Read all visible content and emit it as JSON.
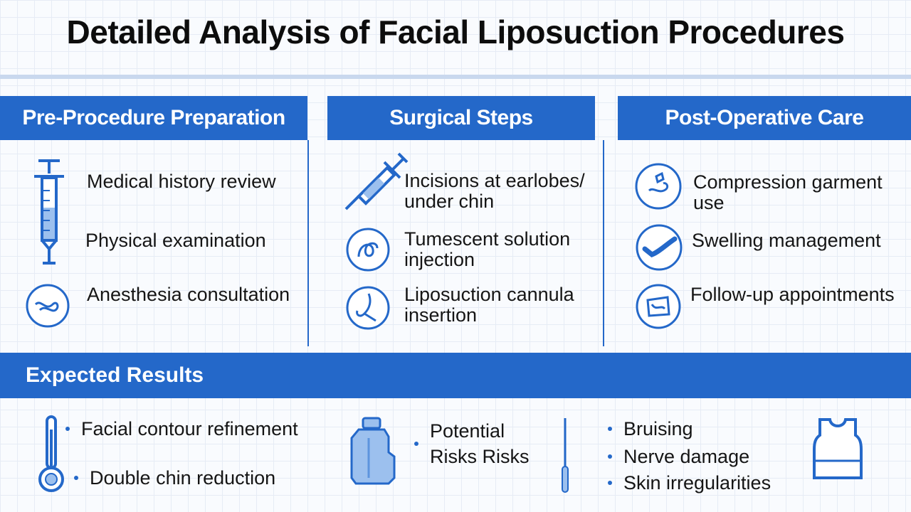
{
  "title": "Detailed Analysis of Facial Liposuction Procedures",
  "colors": {
    "accent": "#2468c9",
    "light_accent": "#9cc0ee"
  },
  "columns": [
    {
      "header": "Pre-Procedure Preparation",
      "items": [
        "Medical history review",
        "Physical examination",
        "Anesthesia consultation"
      ]
    },
    {
      "header": "Surgical Steps",
      "items": [
        "Incisions at earlobes/ under chin",
        "Tumescent solution injection",
        "Liposuction cannula insertion"
      ]
    },
    {
      "header": "Post-Operative Care",
      "items": [
        "Compression garment use",
        "Swelling management",
        "Follow-up appointments"
      ]
    }
  ],
  "results": {
    "header": "Expected Results",
    "benefits": [
      "Facial contour refinement",
      "Double chin reduction"
    ],
    "risks_label": "Potential Risks Risks",
    "risks": [
      "Bruising",
      "Nerve damage",
      "Skin irregularities"
    ]
  },
  "icons": [
    "syringe-icon",
    "face-circle-icon",
    "syringe-diagonal-icon",
    "cannula-circle-icon",
    "tube-circle-icon",
    "garment-circle-icon",
    "checkmark-circle-icon",
    "calendar-circle-icon",
    "thermometer-icon",
    "bottle-icon",
    "probe-icon",
    "vest-icon"
  ]
}
